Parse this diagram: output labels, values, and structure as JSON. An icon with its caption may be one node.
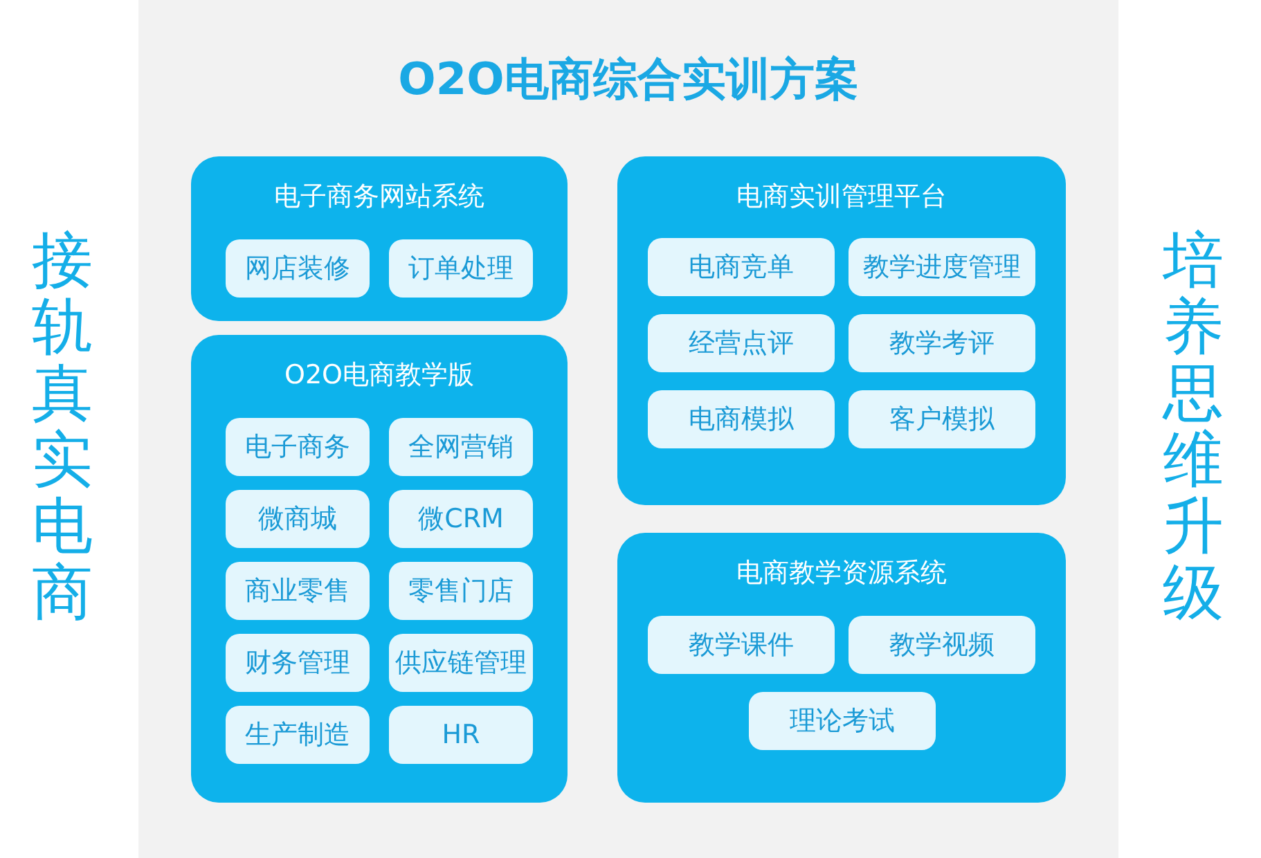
{
  "diagram": {
    "title": "O2O电商综合实训方案",
    "nodes": [
      {
        "text": [
          "电子商务网站系统"
        ]
      },
      {
        "text": [
          "网店装修"
        ],
        "in": 0
      },
      {
        "text": [
          "订单处理"
        ],
        "in": 0
      },
      {
        "text": [
          "O2O电商教学版"
        ]
      },
      {
        "text": [
          "电子商务"
        ],
        "in": 3
      },
      {
        "text": [
          "全网营销"
        ],
        "in": 3
      },
      {
        "text": [
          "微商城"
        ],
        "in": 3
      },
      {
        "text": [
          "微CRM"
        ],
        "in": 3
      },
      {
        "text": [
          "商业零售"
        ],
        "in": 3
      },
      {
        "text": [
          "零售门店"
        ],
        "in": 3
      },
      {
        "text": [
          "财务管理"
        ],
        "in": 3
      },
      {
        "text": [
          "供应链管理"
        ],
        "in": 3
      },
      {
        "text": [
          "生产制造"
        ],
        "in": 3
      },
      {
        "text": [
          "HR"
        ],
        "in": 3
      },
      {
        "text": [
          "电商实训管理平台"
        ]
      },
      {
        "text": [
          "电商竞单"
        ],
        "in": 14
      },
      {
        "text": [
          "教学进度管理"
        ],
        "in": 14
      },
      {
        "text": [
          "经营点评"
        ],
        "in": 14
      },
      {
        "text": [
          "教学考评"
        ],
        "in": 14
      },
      {
        "text": [
          "电商模拟"
        ],
        "in": 14
      },
      {
        "text": [
          "客户模拟"
        ],
        "in": 14
      },
      {
        "text": [
          "电商教学资源系统"
        ]
      },
      {
        "text": [
          "教学课件"
        ],
        "in": 21
      },
      {
        "text": [
          "教学视频"
        ],
        "in": 21
      },
      {
        "text": [
          "理论考试"
        ],
        "in": 21
      }
    ],
    "labels": [
      "接轨真实电商",
      "培养思维升级"
    ]
  }
}
